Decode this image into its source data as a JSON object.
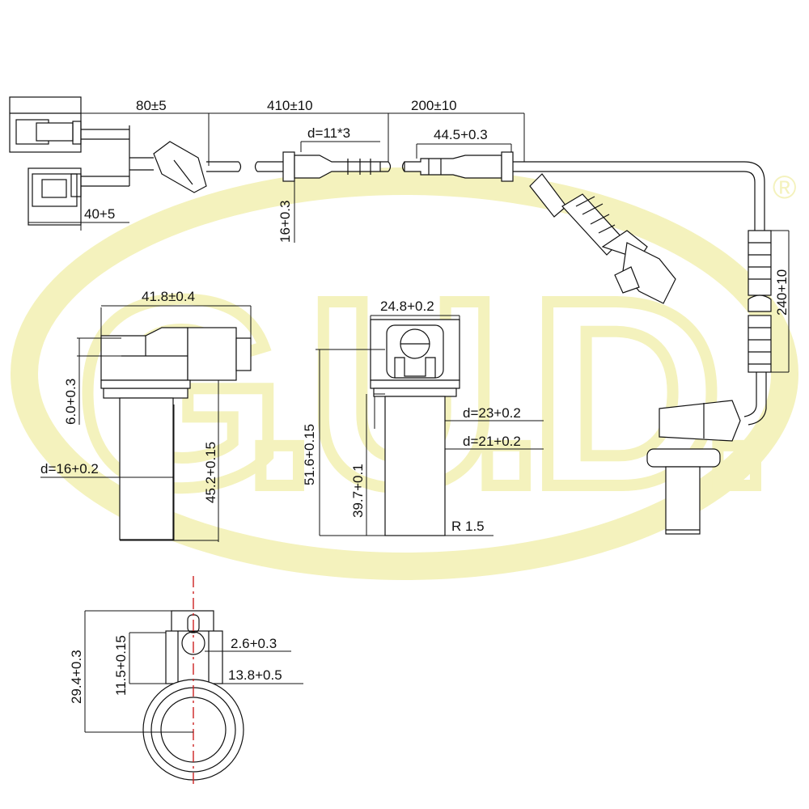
{
  "watermark": {
    "letters": [
      "G",
      ".",
      "U",
      ".",
      "D",
      "."
    ],
    "reg_mark": "®",
    "color": "#f4f2bd"
  },
  "dimensions": {
    "connector_length": "80±5",
    "cable_length_1": "410±10",
    "cable_length_2": "200±10",
    "grommet_diameter": "d=11*3",
    "grommet_length": "44.5+0.3",
    "grommet_height": "16+0.3",
    "connector_width": "40+5",
    "cable_length_3": "240+10",
    "sensor_width": "41.8±0.4",
    "sensor_offset": "6.0+0.3",
    "sensor_diameter": "d=16+0.2",
    "sensor_length": "45.2+0.15",
    "housing_width": "24.8+0.2",
    "housing_height": "51.6+0.15",
    "collar_diameter_1": "d=23+0.2",
    "collar_diameter_2": "d=21+0.2",
    "body_length": "39.7+0.1",
    "radius": "R 1.5",
    "flange_height": "29.4+0.3",
    "hole_offset": "11.5+0.15",
    "hole_diameter": "2.6+0.3",
    "flange_width": "13.8+0.5"
  },
  "colors": {
    "line": "#111111",
    "centerline": "#cc2222",
    "watermark": "#f4f2bd"
  }
}
